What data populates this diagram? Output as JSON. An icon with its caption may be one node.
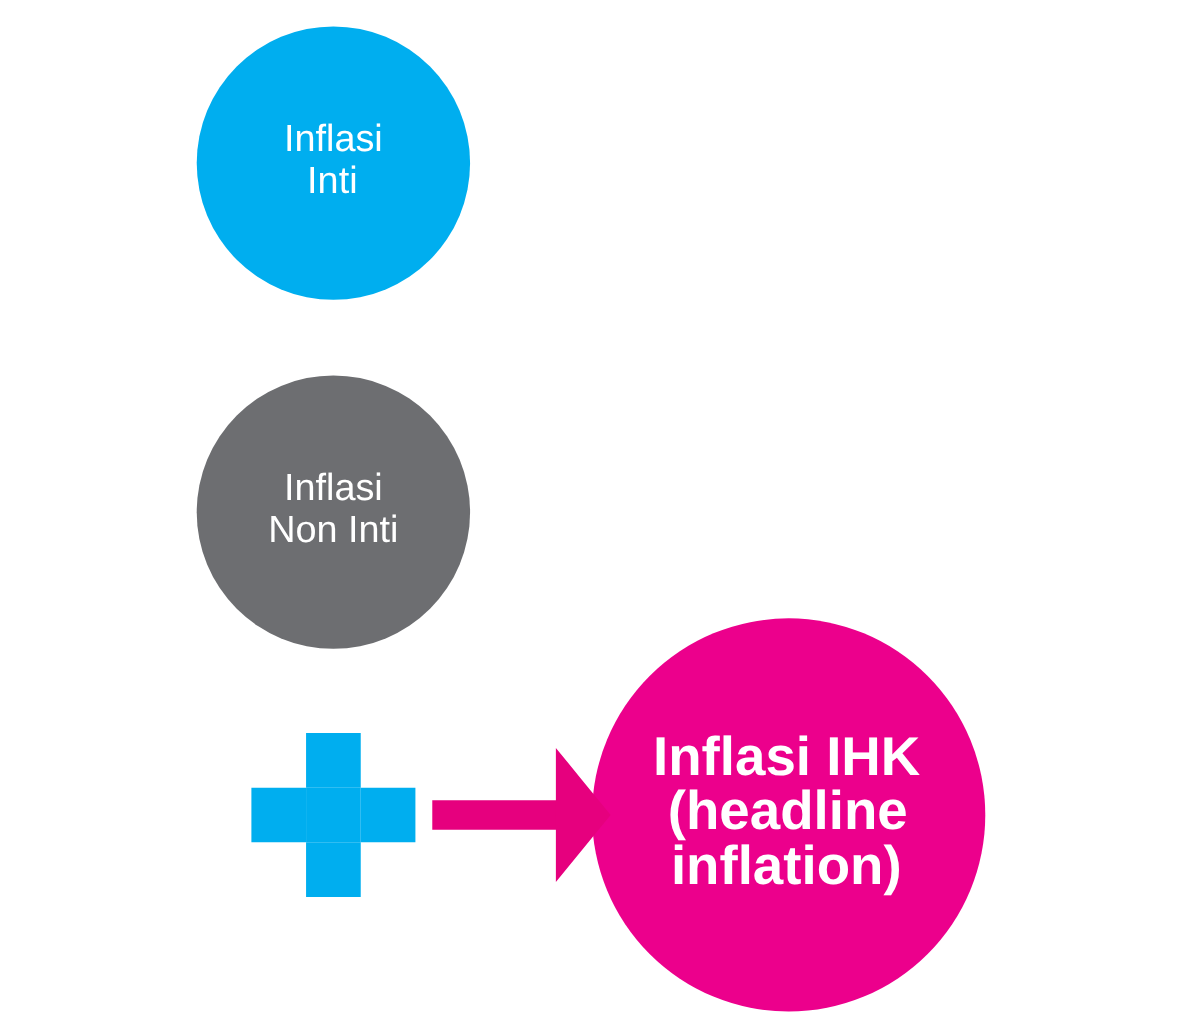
{
  "diagram": {
    "nodes": [
      {
        "text": [
          "Inflasi Inti"
        ]
      },
      {
        "text": [],
        "shape": "plus"
      },
      {
        "text": [
          "Inflasi Non Inti"
        ]
      },
      {
        "text": [
          "Inflasi IHK (headline inflation)"
        ]
      }
    ],
    "edges": [
      {
        "from": 1,
        "to": 3,
        "arrow": "to",
        "color": "#e6007e"
      }
    ]
  }
}
